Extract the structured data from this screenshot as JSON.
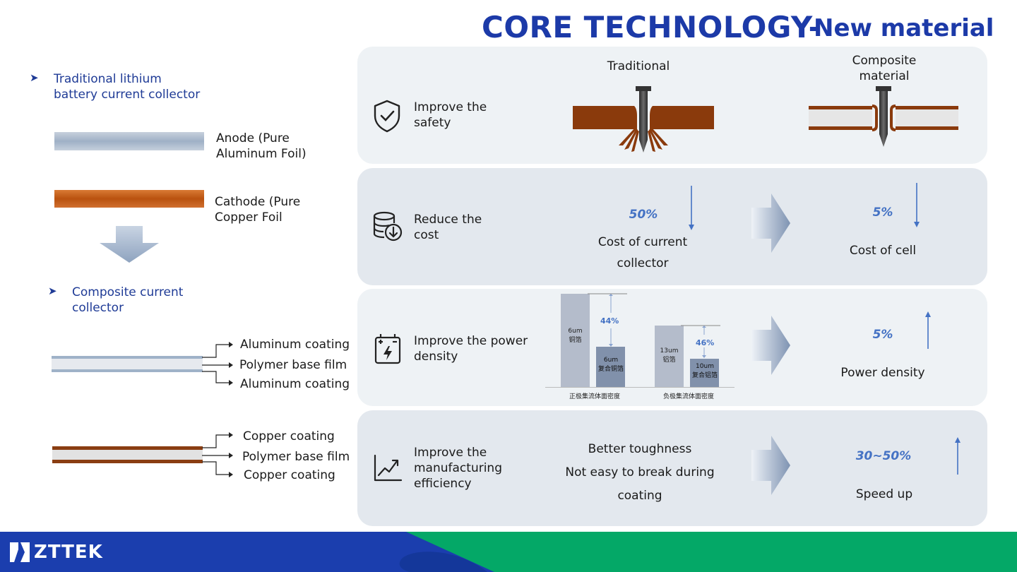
{
  "title": {
    "main": "CORE TECHNOLOGY-",
    "sub": "New material"
  },
  "left": {
    "traditional_heading": [
      "Traditional lithium",
      "battery current collector"
    ],
    "anode_label": [
      "Anode (Pure",
      "Aluminum  Foil)"
    ],
    "cathode_label": [
      "Cathode (Pure",
      "Copper Foil"
    ],
    "composite_heading": [
      "Composite current",
      "collector"
    ],
    "al_layers": [
      "Aluminum  coating",
      "Polymer base film",
      "Aluminum  coating"
    ],
    "cu_layers": [
      "Copper coating",
      "Polymer base film",
      "Copper coating"
    ],
    "colors": {
      "aluminum": "#a9b8cb",
      "copper": "#c45a14",
      "arrow": "#9aaec8"
    }
  },
  "panels": {
    "safety": {
      "label": [
        "Improve the",
        "safety"
      ],
      "traditional": "Traditional",
      "composite": [
        "Composite",
        "material"
      ]
    },
    "cost": {
      "label": [
        "Reduce the",
        "cost"
      ],
      "left_pct": "50%",
      "left_text": [
        "Cost of current",
        "collector"
      ],
      "right_pct": "5%",
      "right_text": "Cost of cell"
    },
    "power": {
      "label": [
        "Improve the power",
        "density"
      ],
      "chart": {
        "group1": {
          "bar1": [
            "6um",
            "铜箔"
          ],
          "bar2": [
            "6um",
            "复合铜箔"
          ],
          "pct": "44%",
          "caption": "正极集流体面密度"
        },
        "group2": {
          "bar1": [
            "13um",
            "铝箔"
          ],
          "bar2": [
            "10um",
            "复合铝箔"
          ],
          "pct": "46%",
          "caption": "负极集流体面密度"
        }
      },
      "right_pct": "5%",
      "right_text": "Power density"
    },
    "efficiency": {
      "label": [
        "Improve the",
        "manufacturing",
        "efficiency"
      ],
      "mid_text": [
        "Better toughness",
        "Not easy to break during",
        "coating"
      ],
      "right_pct": "30~50%",
      "right_text": "Speed up"
    }
  },
  "footer": {
    "brand": "ZTTEK",
    "colors": {
      "blue": "#1b3eae",
      "green": "#04a867"
    }
  }
}
